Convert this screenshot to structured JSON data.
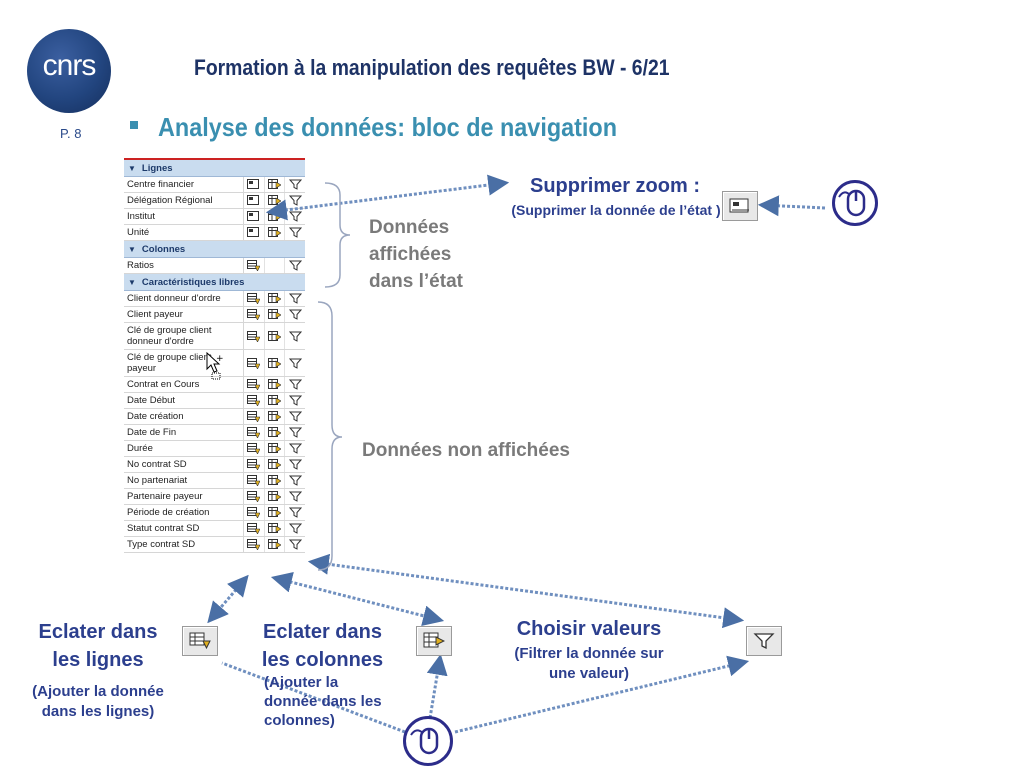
{
  "header": {
    "logo_text": "cnrs",
    "title": "Formation à la manipulation des requêtes BW - 6/21",
    "subtitle": "Analyse des données: bloc de navigation",
    "page_prefix": "P.",
    "page_number": "8"
  },
  "panel": {
    "sections": [
      {
        "label": "Lignes",
        "rows": [
          "Centre financier",
          "Délégation Régional",
          "Institut",
          "Unité"
        ]
      },
      {
        "label": "Colonnes",
        "rows": [
          "Ratios"
        ]
      },
      {
        "label": "Caractéristiques libres",
        "rows": [
          "Client donneur d'ordre",
          "Client payeur",
          "Clé de groupe client donneur d'ordre",
          "Clé de groupe client payeur",
          "Contrat en Cours",
          "Date Début",
          "Date création",
          "Date de Fin",
          "Durée",
          "No contrat SD",
          "No partenariat",
          "Partenaire payeur",
          "Période de création",
          "Statut contrat SD",
          "Type contrat SD"
        ]
      }
    ]
  },
  "annotations": {
    "supprimer_title": "Supprimer zoom :",
    "supprimer_desc": "(Supprimer la donnée de l’état )",
    "affichees": "Données affichées dans l’état",
    "non_affichees": "Données non affichées",
    "eclater_lignes_title": "Eclater dans les lignes",
    "eclater_lignes_desc": "(Ajouter la donnée dans les lignes)",
    "eclater_colonnes_title": "Eclater dans les colonnes",
    "eclater_colonnes_desc": "(Ajouter la donnée dans les colonnes)",
    "choisir_title": "Choisir valeurs",
    "choisir_desc": "(Filtrer la donnée sur une valeur)"
  },
  "colors": {
    "title": "#1e3366",
    "subtitle": "#3a8fb0",
    "annotation": "#2c3f8e",
    "muted": "#7a7a7a",
    "section_bg": "#c9dcef"
  }
}
